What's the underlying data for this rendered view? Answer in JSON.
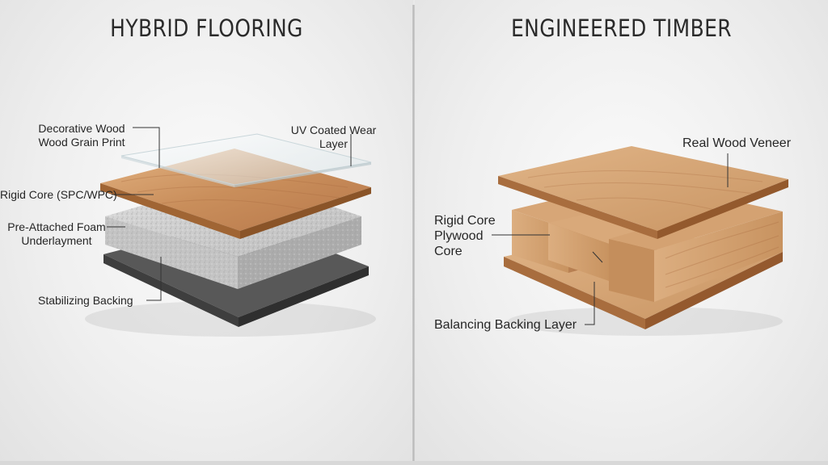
{
  "left": {
    "title": "HYBRID FLOORING",
    "labels": {
      "decorative_line1": "Decorative Wood",
      "decorative_line2": "Wood Grain Print",
      "uv_line1": "UV Coated Wear",
      "uv_line2": "Layer",
      "rigid_core": "Rigid Core (SPC/WPC)",
      "foam_line1": "Pre-Attached Foam",
      "foam_line2": "Underlayment",
      "stabilizing": "Stabilizing Backing"
    }
  },
  "right": {
    "title": "ENGINEERED TIMBER",
    "labels": {
      "veneer": "Real Wood Veneer",
      "core_line1": "Rigid Core",
      "core_line2": "Plywood",
      "core_line3": "Core",
      "balancing": "Balancing Backing Layer"
    }
  },
  "colors": {
    "wood_light": "#d9a574",
    "wood_mid": "#c2895a",
    "wood_dark": "#a86b3f",
    "foam": "#cfcfcf",
    "backing": "#505050",
    "glass": "#e9f0f2",
    "leader": "#333333"
  }
}
